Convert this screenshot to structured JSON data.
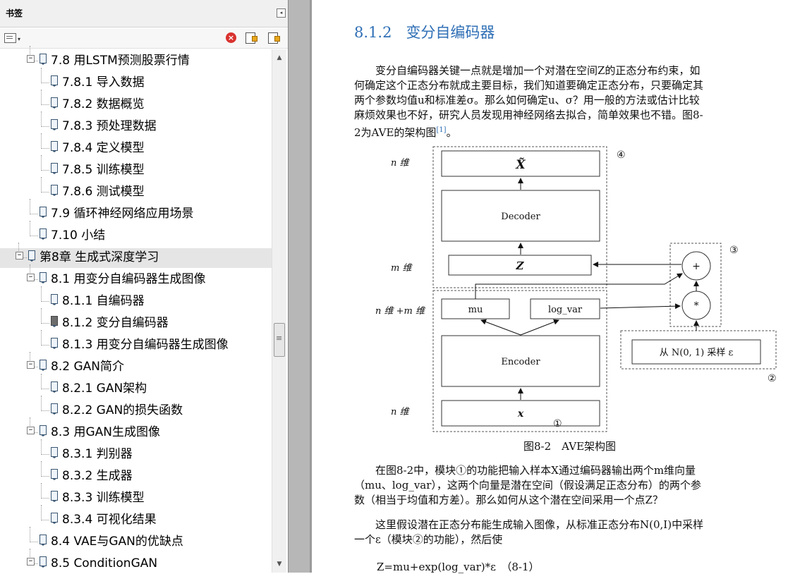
{
  "sidebar": {
    "title": "书签",
    "collapse_glyph": "◂",
    "delete_glyph": "×",
    "items": [
      {
        "label": "7.8 用LSTM预测股票行情",
        "level": 1,
        "expandable": true
      },
      {
        "label": "7.8.1 导入数据",
        "level": 2
      },
      {
        "label": "7.8.2 数据概览",
        "level": 2
      },
      {
        "label": "7.8.3 预处理数据",
        "level": 2
      },
      {
        "label": "7.8.4 定义模型",
        "level": 2
      },
      {
        "label": "7.8.5 训练模型",
        "level": 2
      },
      {
        "label": "7.8.6 测试模型",
        "level": 2
      },
      {
        "label": "7.9 循环神经网络应用场景",
        "level": 1
      },
      {
        "label": "7.10 小结",
        "level": 1
      },
      {
        "label": "第8章 生成式深度学习",
        "level": 0,
        "expandable": true,
        "selected": true
      },
      {
        "label": "8.1 用变分自编码器生成图像",
        "level": 1,
        "expandable": true
      },
      {
        "label": "8.1.1 自编码器",
        "level": 2
      },
      {
        "label": "8.1.2 变分自编码器",
        "level": 2,
        "active": true
      },
      {
        "label": "8.1.3 用变分自编码器生成图像",
        "level": 2
      },
      {
        "label": "8.2 GAN简介",
        "level": 1,
        "expandable": true
      },
      {
        "label": "8.2.1 GAN架构",
        "level": 2
      },
      {
        "label": "8.2.2 GAN的损失函数",
        "level": 2
      },
      {
        "label": "8.3 用GAN生成图像",
        "level": 1,
        "expandable": true
      },
      {
        "label": "8.3.1 判别器",
        "level": 2
      },
      {
        "label": "8.3.2 生成器",
        "level": 2
      },
      {
        "label": "8.3.3 训练模型",
        "level": 2
      },
      {
        "label": "8.3.4 可视化结果",
        "level": 2
      },
      {
        "label": "8.4 VAE与GAN的优缺点",
        "level": 1
      },
      {
        "label": "8.5 ConditionGAN",
        "level": 1,
        "expandable": true
      }
    ]
  },
  "document": {
    "section_number": "8.1.2",
    "section_title": "变分自编码器",
    "para1": [
      "变分自编码器关键一点就是增加一个对潜在空间Z的正态分布约束，如",
      "何确定这个正态分布就成主要目标，我们知道要确定正态分布，只要确定其",
      "两个参数均值u和标准差σ。那么如何确定u、σ？用一般的方法或估计比较",
      "麻烦效果也不好，研究人员发现用神经网络去拟合，简单效果也不错。图8-",
      "2为AVE的架构图"
    ],
    "para1_cite": "[1]",
    "para1_end": "。",
    "figure": {
      "left_labels": [
        "n 维",
        "m 维",
        "n 维 +m 维",
        "n 维"
      ],
      "box_xtilde": "X̃",
      "box_decoder": "Decoder",
      "box_z": "Z",
      "box_mu": "mu",
      "box_logvar": "log_var",
      "box_encoder": "Encoder",
      "box_x": "x",
      "box_sample": "从 N(0, 1) 采样 ε",
      "op_plus": "+",
      "op_mul": "*",
      "mark_1": "①",
      "mark_2": "②",
      "mark_3": "③",
      "mark_4": "④"
    },
    "figure_caption": "图8-2　AVE架构图",
    "para2": [
      "在图8-2中，模块①的功能把输入样本X通过编码器输出两个m维向量",
      "（mu、log_var），这两个向量是潜在空间（假设满足正态分布）的两个参",
      "数（相当于均值和方差）。那么如何从这个潜在空间采用一个点Z？"
    ],
    "para3": [
      "这里假设潜在正态分布能生成输入图像，从标准正态分布N(0,I)中采样",
      "一个ε（模块②的功能），然后使"
    ],
    "equation": "Z=mu+exp(log_var)*ε　（8-1）"
  },
  "colors": {
    "heading": "#2f6fb6",
    "selected_row": "#e5e5e5"
  }
}
